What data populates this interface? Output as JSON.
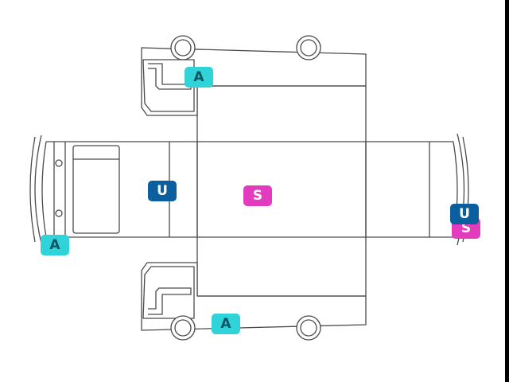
{
  "colors": {
    "line": "#555555",
    "light_line": "#8a8a8a",
    "badge_a": "#2fd3d8",
    "badge_u": "#0b5f9e",
    "badge_s": "#e33bbd",
    "background": "#ffffff"
  },
  "badges": {
    "a_top": "A",
    "a_left": "A",
    "a_bottom": "A",
    "u_left": "U",
    "u_right": "U",
    "s_center": "S",
    "s_right": "S"
  }
}
